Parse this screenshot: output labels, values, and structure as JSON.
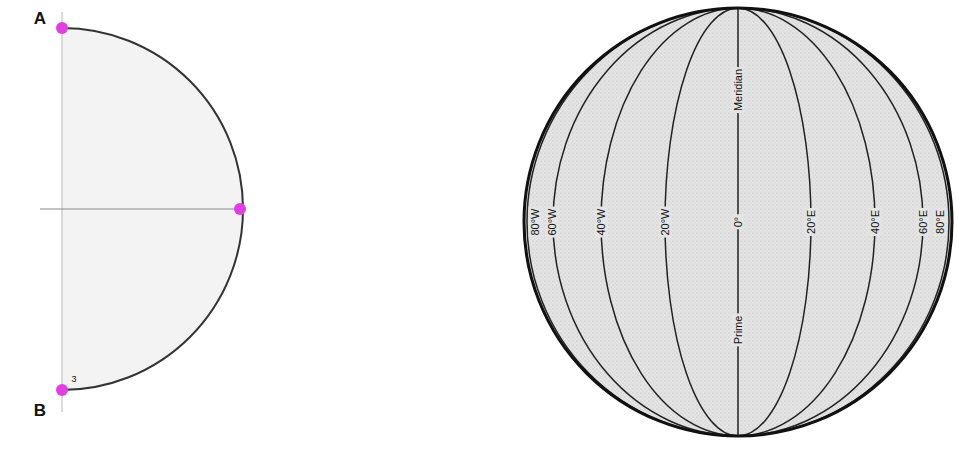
{
  "diagram": {
    "labels": [
      "A",
      "B",
      "3",
      "80°W",
      "60°W",
      "40°W",
      "20°W",
      "Meridian",
      "0°",
      "Prime",
      "20°E",
      "40°E",
      "60°E",
      "80°E"
    ]
  }
}
